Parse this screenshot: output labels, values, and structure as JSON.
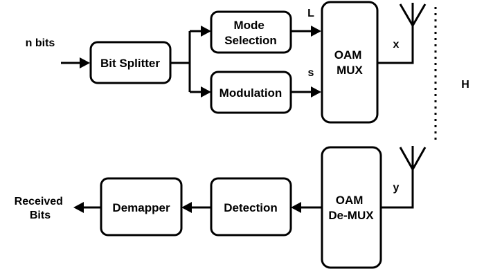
{
  "diagram": {
    "blocks": {
      "bit_splitter": "Bit Splitter",
      "mode_selection": [
        "Mode",
        "Selection"
      ],
      "modulation": "Modulation",
      "oam_mux": [
        "OAM",
        "MUX"
      ],
      "oam_demux": [
        "OAM",
        "De-MUX"
      ],
      "detection": "Detection",
      "demapper": "Demapper"
    },
    "labels": {
      "input": "n bits",
      "output": [
        "Received",
        "Bits"
      ],
      "L": "L",
      "s": "s",
      "x": "x",
      "y": "y",
      "H": "H"
    }
  }
}
